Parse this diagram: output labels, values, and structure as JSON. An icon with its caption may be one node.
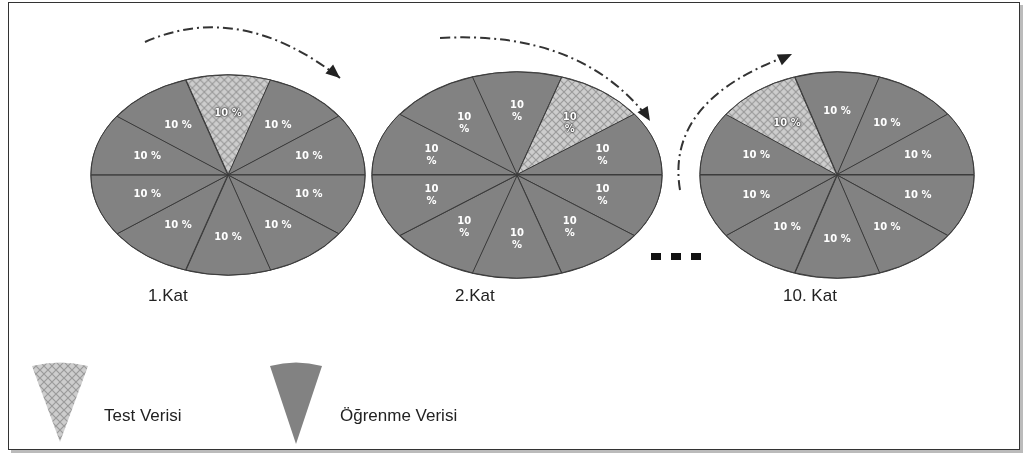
{
  "diagram": {
    "nodes": [
      {
        "text": [],
        "shape": "ellipse",
        "beside": [
          "1.Kat"
        ]
      },
      {
        "text": [
          "10 %"
        ],
        "in": 0
      },
      {
        "text": [
          "10 %"
        ],
        "in": 0
      },
      {
        "text": [
          "10 %"
        ],
        "in": 0
      },
      {
        "text": [
          "10 %"
        ],
        "in": 0
      },
      {
        "text": [
          "10 %"
        ],
        "in": 0
      },
      {
        "text": [
          "10 %"
        ],
        "in": 0
      },
      {
        "text": [
          "10 %"
        ],
        "in": 0
      },
      {
        "text": [
          "10 %"
        ],
        "in": 0
      },
      {
        "text": [
          "10 %"
        ],
        "in": 0
      },
      {
        "text": [
          "10 %"
        ],
        "in": 0
      },
      {
        "text": [],
        "shape": "ellipse",
        "beside": [
          "2.Kat"
        ]
      },
      {
        "text": [
          "10 %"
        ],
        "in": 11
      },
      {
        "text": [
          "10 %"
        ],
        "in": 11
      },
      {
        "text": [
          "10 %"
        ],
        "in": 11
      },
      {
        "text": [
          "10 %"
        ],
        "in": 11
      },
      {
        "text": [
          "10 %"
        ],
        "in": 11
      },
      {
        "text": [
          "10 %"
        ],
        "in": 11
      },
      {
        "text": [
          "10 %"
        ],
        "in": 11
      },
      {
        "text": [
          "10 %"
        ],
        "in": 11
      },
      {
        "text": [
          "10 %"
        ],
        "in": 11
      },
      {
        "text": [
          "10 %"
        ],
        "in": 11
      },
      {
        "text": [],
        "shape": "ellipse",
        "beside": [
          "10. Kat"
        ]
      },
      {
        "text": [
          "10 %"
        ],
        "in": 22
      },
      {
        "text": [
          "10 %"
        ],
        "in": 22
      },
      {
        "text": [
          "10 %"
        ],
        "in": 22
      },
      {
        "text": [
          "10 %"
        ],
        "in": 22
      },
      {
        "text": [
          "10 %"
        ],
        "in": 22
      },
      {
        "text": [
          "10 %"
        ],
        "in": 22
      },
      {
        "text": [
          "10 %"
        ],
        "in": 22
      },
      {
        "text": [
          "10 %"
        ],
        "in": 22
      },
      {
        "text": [
          "10 %"
        ],
        "in": 22
      },
      {
        "text": [
          "10 %"
        ],
        "in": 22
      }
    ],
    "legend": [
      {
        "text": "Test Verisi"
      },
      {
        "text": "Öğrenme Verisi",
        "color": "#828282"
      }
    ]
  }
}
